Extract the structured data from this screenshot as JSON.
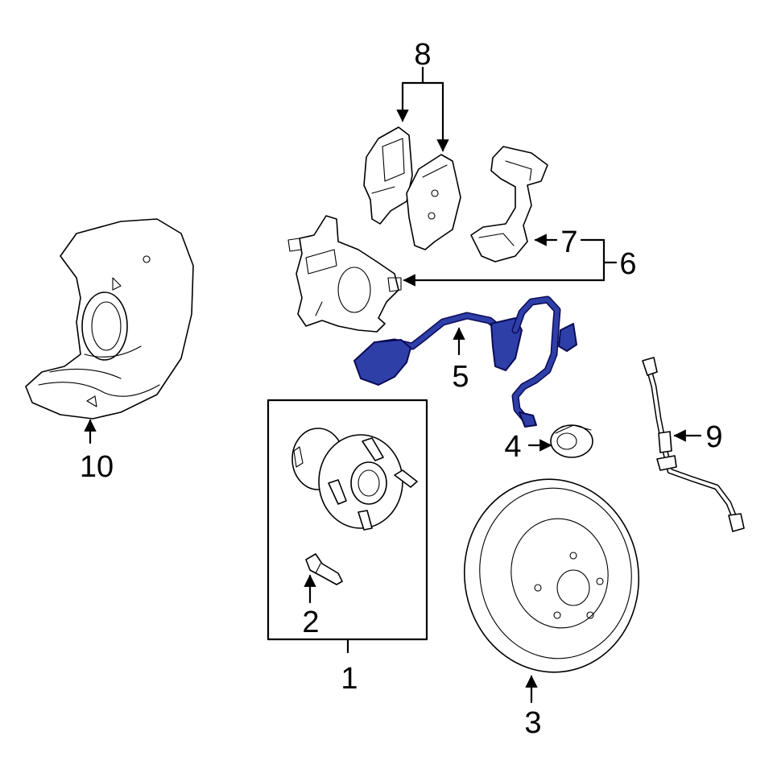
{
  "diagram": {
    "callouts": [
      {
        "id": "1",
        "label": "1"
      },
      {
        "id": "2",
        "label": "2"
      },
      {
        "id": "3",
        "label": "3"
      },
      {
        "id": "4",
        "label": "4"
      },
      {
        "id": "5",
        "label": "5"
      },
      {
        "id": "6",
        "label": "6"
      },
      {
        "id": "7",
        "label": "7"
      },
      {
        "id": "8",
        "label": "8"
      },
      {
        "id": "9",
        "label": "9"
      },
      {
        "id": "10",
        "label": "10"
      }
    ],
    "highlight_part": "5",
    "colors": {
      "highlight_fill": "#2f3fa8",
      "line": "#000000",
      "background": "#ffffff"
    }
  }
}
